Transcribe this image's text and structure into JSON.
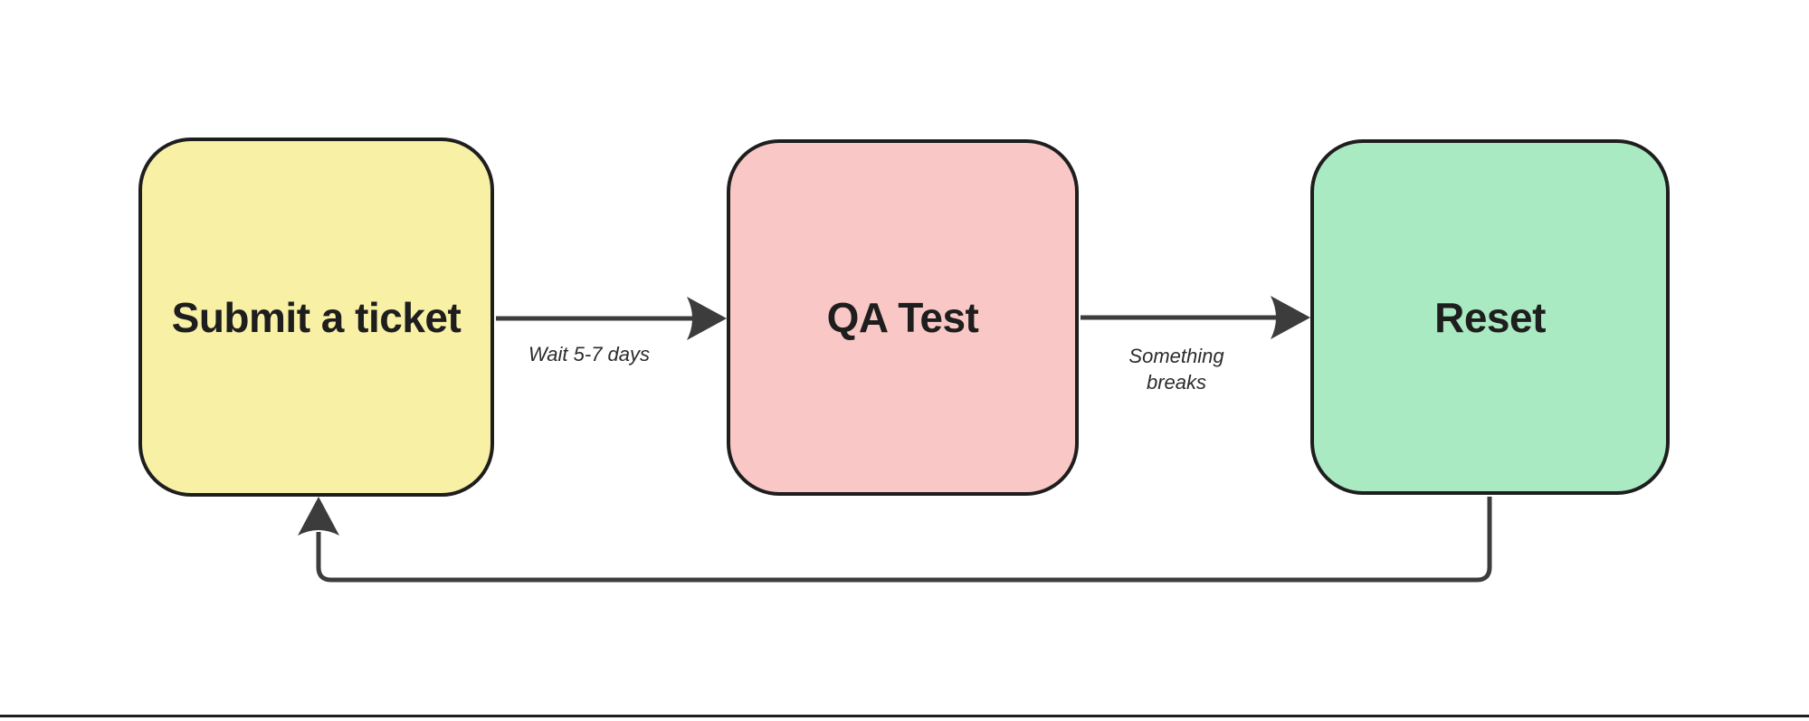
{
  "colors": {
    "canvas_bg": "#ffffff",
    "node_border": "#1e1e1e",
    "node_text": "#1e1e1e",
    "connector": "#3c3c3c",
    "label_text": "#2b2b2b",
    "panel_edge": "#1f1f1f"
  },
  "diagram": {
    "nodes": [
      {
        "label": "Submit a ticket",
        "fill": "#f7f0a5"
      },
      {
        "label": "QA Test",
        "fill": "#f9c8c6"
      },
      {
        "label": "Reset",
        "fill": "#a9eac2"
      }
    ],
    "edges": [
      {
        "from": "Submit a ticket",
        "to": "QA Test",
        "label": "Wait 5-7 days"
      },
      {
        "from": "QA Test",
        "to": "Reset",
        "label": "Something breaks"
      },
      {
        "from": "Reset",
        "to": "Submit a ticket",
        "label": ""
      }
    ]
  }
}
